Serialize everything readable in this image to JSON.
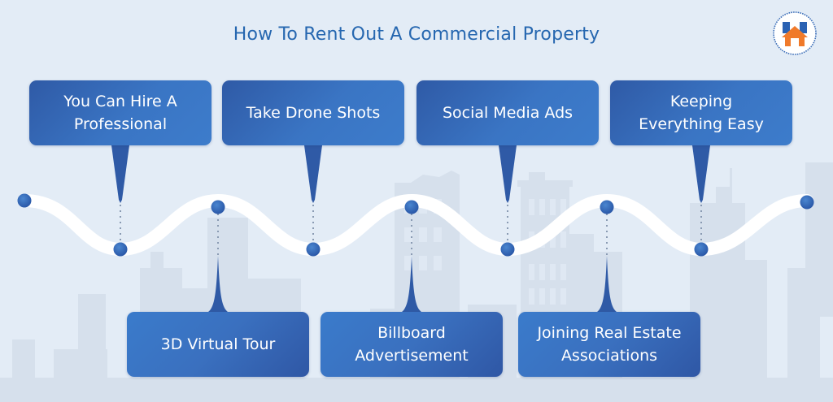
{
  "title": "How To Rent Out A Commercial Property",
  "logo": {
    "icon": "house-logo-icon",
    "colors": {
      "house": "#f07a2a",
      "roof_blocks": "#2b62b3",
      "ring": "#3d6fb8"
    }
  },
  "colors": {
    "background": "#e3ecf6",
    "title": "#2667b0",
    "box": "#3567b8",
    "dot": "#2d5fb0",
    "wave": "#ffffff",
    "skyline": "#d3dde9"
  },
  "steps_top": [
    {
      "label": "You Can Hire A Professional",
      "lines": [
        "You Can Hire A",
        "Professional"
      ]
    },
    {
      "label": "Take Drone Shots",
      "lines": [
        "Take Drone Shots"
      ]
    },
    {
      "label": "Social Media Ads",
      "lines": [
        "Social Media Ads"
      ]
    },
    {
      "label": "Keeping Everything Easy",
      "lines": [
        "Keeping",
        "Everything Easy"
      ]
    }
  ],
  "steps_bottom": [
    {
      "label": "3D Virtual Tour",
      "lines": [
        "3D Virtual Tour"
      ]
    },
    {
      "label": "Billboard Advertisement",
      "lines": [
        "Billboard",
        "Advertisement"
      ]
    },
    {
      "label": "Joining Real Estate Associations",
      "lines": [
        "Joining Real Estate",
        "Associations"
      ]
    }
  ]
}
